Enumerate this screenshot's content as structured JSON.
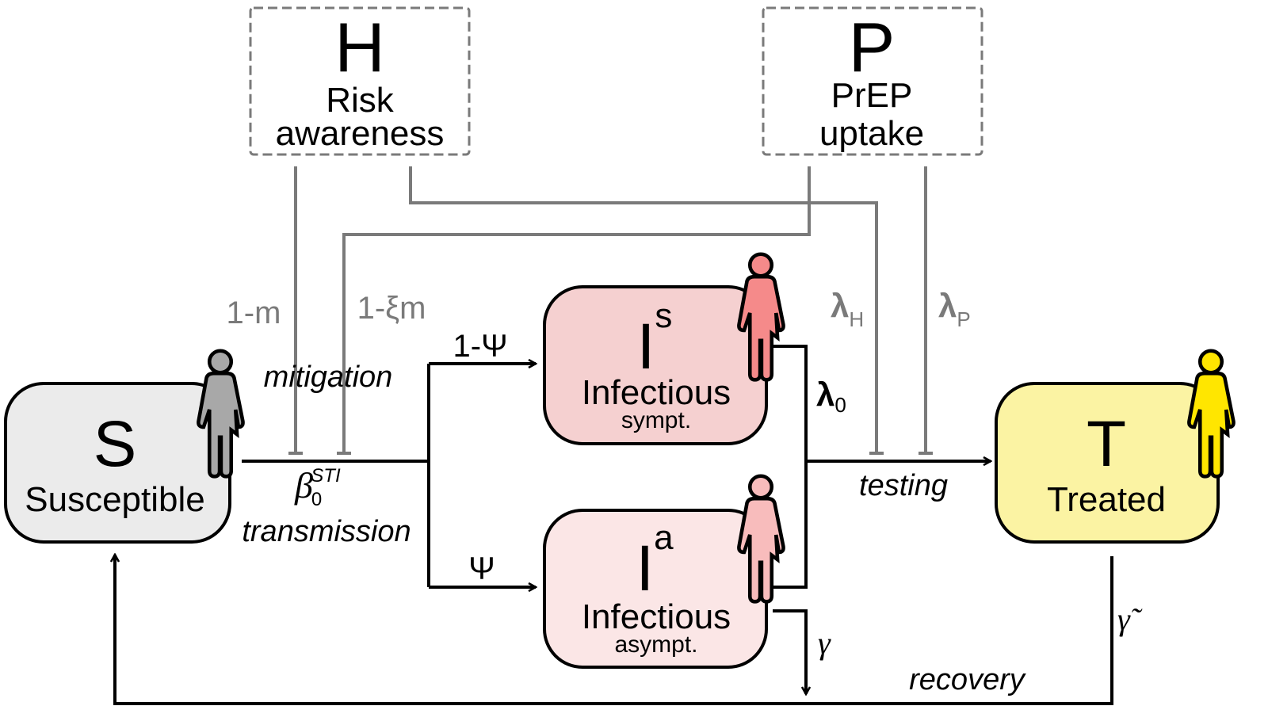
{
  "colors": {
    "line": "#000000",
    "modifier_line": "#7a7a7a",
    "modifier_text": "#7a7a7a",
    "susceptible_fill": "#ebebeb",
    "susceptible_person": "#a8a8a8",
    "infectious_sympt_fill": "#f5d0d0",
    "infectious_sympt_person": "#f58a8a",
    "infectious_asympt_fill": "#fbe6e6",
    "infectious_asympt_person": "#f8bcbc",
    "treated_fill": "#fbf3a3",
    "treated_person": "#ffe600"
  },
  "modifiers": {
    "H": {
      "symbol": "H",
      "line1": "Risk",
      "line2": "awareness"
    },
    "P": {
      "symbol": "P",
      "line1": "PrEP",
      "line2": "uptake"
    }
  },
  "compartments": {
    "S": {
      "symbol": "S",
      "label": "Susceptible"
    },
    "Is": {
      "symbol": "I",
      "superscript": "s",
      "label": "Infectious",
      "sublabel": "sympt."
    },
    "Ia": {
      "symbol": "I",
      "superscript": "a",
      "label": "Infectious",
      "sublabel": "asympt."
    },
    "T": {
      "symbol": "T",
      "label": "Treated"
    }
  },
  "edges": {
    "mitigation_factor_H": "1-m",
    "mitigation_factor_P": "1-ξm",
    "mitigation_label": "mitigation",
    "transmission_rate": "β",
    "transmission_rate_sub": "0",
    "transmission_rate_sup": "STI",
    "transmission_label": "transmission",
    "to_symptomatic": "1-Ψ",
    "to_asymptomatic": "Ψ",
    "testing_base": "λ",
    "testing_base_sub": "0",
    "testing_H": "λ",
    "testing_H_sub": "H",
    "testing_P": "λ",
    "testing_P_sub": "P",
    "testing_label": "testing",
    "natural_recovery": "γ",
    "treated_recovery": "γ̃",
    "recovery_label": "recovery"
  }
}
